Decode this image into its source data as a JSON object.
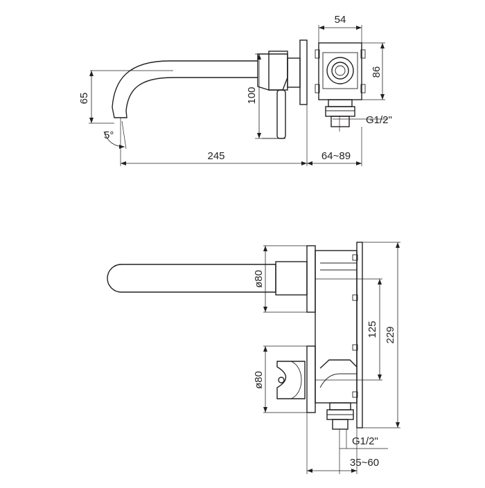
{
  "side_view": {
    "dim_width_top": "54",
    "dim_height_box": "86",
    "dim_spout_drop": "65",
    "dim_handle_height": "100",
    "dim_spout_angle": "5°",
    "dim_spout_length": "245",
    "dim_wall_depth": "64~89",
    "dim_thread": "G1/2\""
  },
  "front_view": {
    "dim_spout_plate_dia": "ø80",
    "dim_handle_plate_dia": "ø80",
    "dim_center_distance": "125",
    "dim_total_height": "229",
    "dim_thread": "G1/2\"",
    "dim_wall_depth": "35~60"
  }
}
